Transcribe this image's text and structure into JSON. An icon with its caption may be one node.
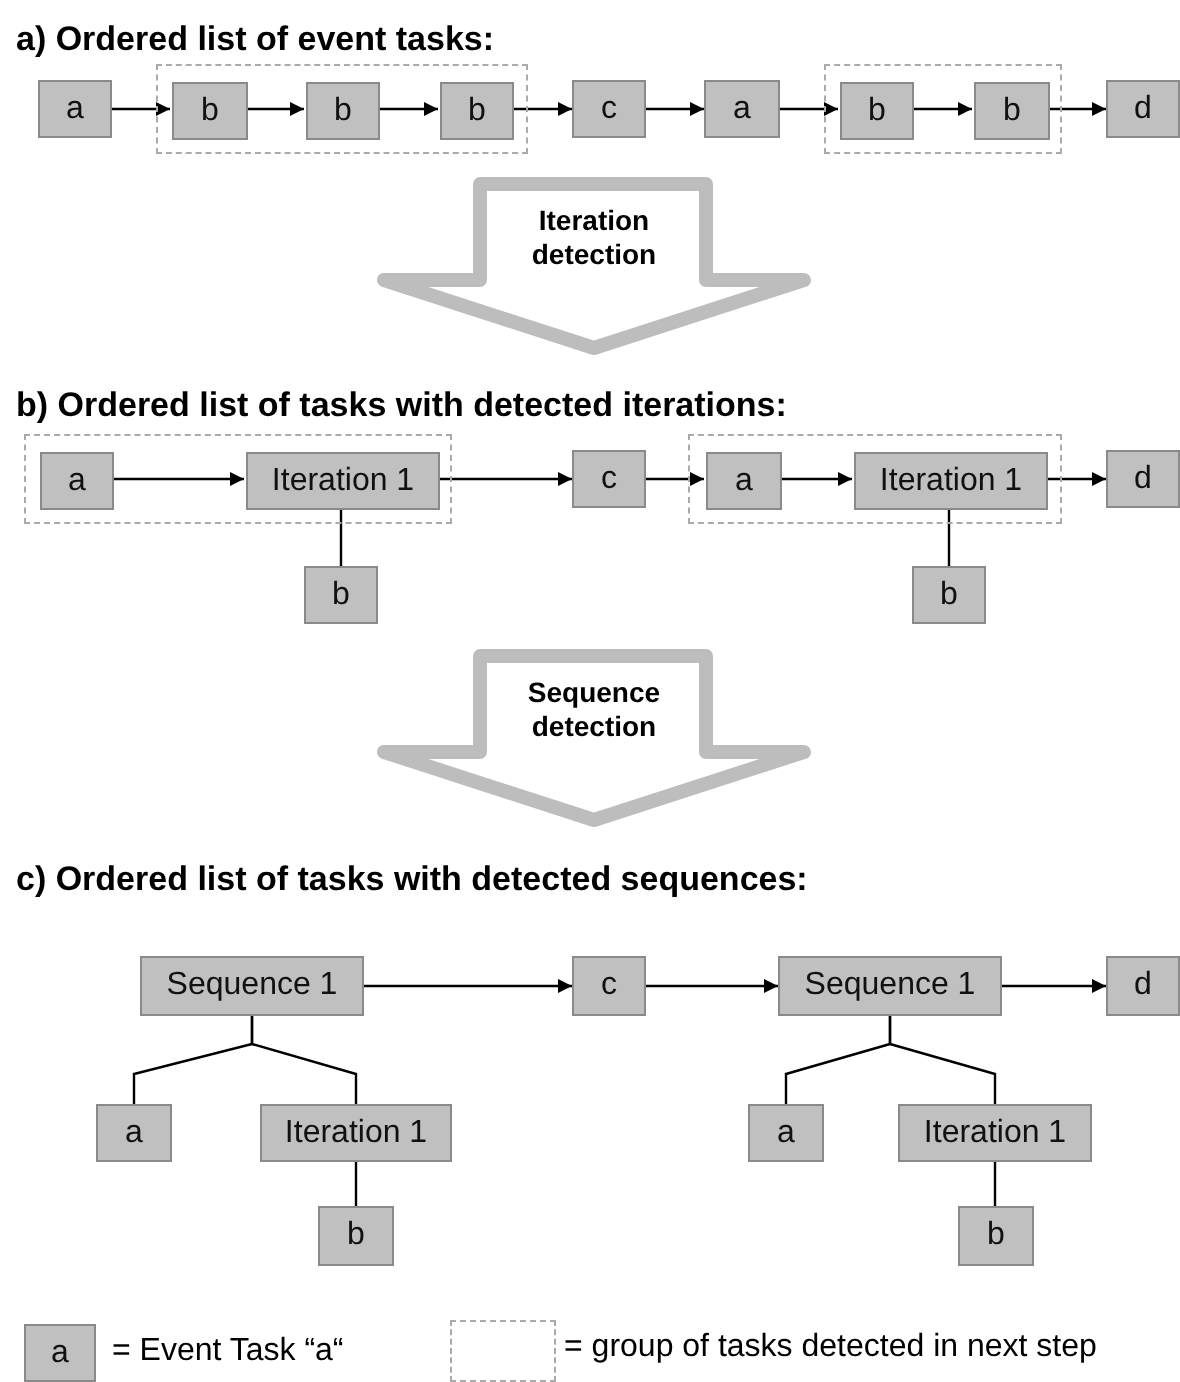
{
  "diagram": {
    "nodes": [
      {
        "text": [
          "a"
        ]
      },
      {
        "text": [],
        "shape": "box"
      },
      {
        "text": [
          "b"
        ],
        "in": 1
      },
      {
        "text": [
          "b"
        ],
        "in": 1
      },
      {
        "text": [
          "b"
        ],
        "in": 1
      },
      {
        "text": [
          "c"
        ]
      },
      {
        "text": [
          "a"
        ]
      },
      {
        "text": [],
        "shape": "box"
      },
      {
        "text": [
          "b"
        ],
        "in": 7
      },
      {
        "text": [
          "b"
        ],
        "in": 7
      },
      {
        "text": [
          "d"
        ]
      },
      {
        "text": [
          "Iteration detection"
        ]
      },
      {
        "text": [],
        "shape": "box"
      },
      {
        "text": [
          "a"
        ],
        "in": 12
      },
      {
        "text": [
          "Iteration 1"
        ],
        "in": 12
      },
      {
        "text": [
          "c"
        ]
      },
      {
        "text": [],
        "shape": "box"
      },
      {
        "text": [
          "a"
        ],
        "in": 16
      },
      {
        "text": [
          "Iteration 1"
        ],
        "in": 16
      },
      {
        "text": [
          "d"
        ]
      },
      {
        "text": [
          "b"
        ]
      },
      {
        "text": [
          "b"
        ]
      },
      {
        "text": [
          "Sequence detection"
        ]
      },
      {
        "text": [
          "Sequence 1"
        ]
      },
      {
        "text": [
          "c"
        ]
      },
      {
        "text": [
          "Sequence 1"
        ]
      },
      {
        "text": [
          "d"
        ]
      },
      {
        "text": [
          "a"
        ]
      },
      {
        "text": [
          "Iteration 1"
        ]
      },
      {
        "text": [
          "a"
        ]
      },
      {
        "text": [
          "Iteration 1"
        ]
      },
      {
        "text": [
          "b"
        ]
      },
      {
        "text": [
          "b"
        ]
      }
    ],
    "edges": [
      {
        "from": 0,
        "to": 2,
        "arrow": "to"
      },
      {
        "from": 2,
        "to": 3,
        "arrow": "to"
      },
      {
        "from": 3,
        "to": 4,
        "arrow": "to"
      },
      {
        "from": 4,
        "to": 5,
        "arrow": "to"
      },
      {
        "from": 5,
        "to": 6,
        "arrow": "to"
      },
      {
        "from": 6,
        "to": 8,
        "arrow": "to"
      },
      {
        "from": 8,
        "to": 9,
        "arrow": "to"
      },
      {
        "from": 9,
        "to": 10,
        "arrow": "to"
      },
      {
        "from": 13,
        "to": 14,
        "arrow": "to"
      },
      {
        "from": 14,
        "to": 15,
        "arrow": "to"
      },
      {
        "from": 15,
        "to": 17,
        "arrow": "to"
      },
      {
        "from": 17,
        "to": 18,
        "arrow": "to"
      },
      {
        "from": 18,
        "to": 19,
        "arrow": "to"
      },
      {
        "from": 14,
        "to": 20,
        "arrow": "none"
      },
      {
        "from": 18,
        "to": 21,
        "arrow": "none"
      },
      {
        "from": 23,
        "to": 24,
        "arrow": "to"
      },
      {
        "from": 24,
        "to": 25,
        "arrow": "to"
      },
      {
        "from": 25,
        "to": 26,
        "arrow": "to"
      },
      {
        "from": 23,
        "to": 27,
        "arrow": "none"
      },
      {
        "from": 23,
        "to": 28,
        "arrow": "none"
      },
      {
        "from": 28,
        "to": 31,
        "arrow": "none"
      },
      {
        "from": 25,
        "to": 29,
        "arrow": "none"
      },
      {
        "from": 25,
        "to": 30,
        "arrow": "none"
      },
      {
        "from": 30,
        "to": 32,
        "arrow": "none"
      }
    ],
    "labels": [
      "a) Ordered list of event tasks:",
      "b) Ordered list of tasks with detected iterations:",
      "c) Ordered list of tasks with detected sequences:",
      "a"
    ],
    "legend": [
      {
        "text": "= Event Task “a“"
      },
      {
        "text": "= group of tasks detected in next step"
      }
    ]
  }
}
